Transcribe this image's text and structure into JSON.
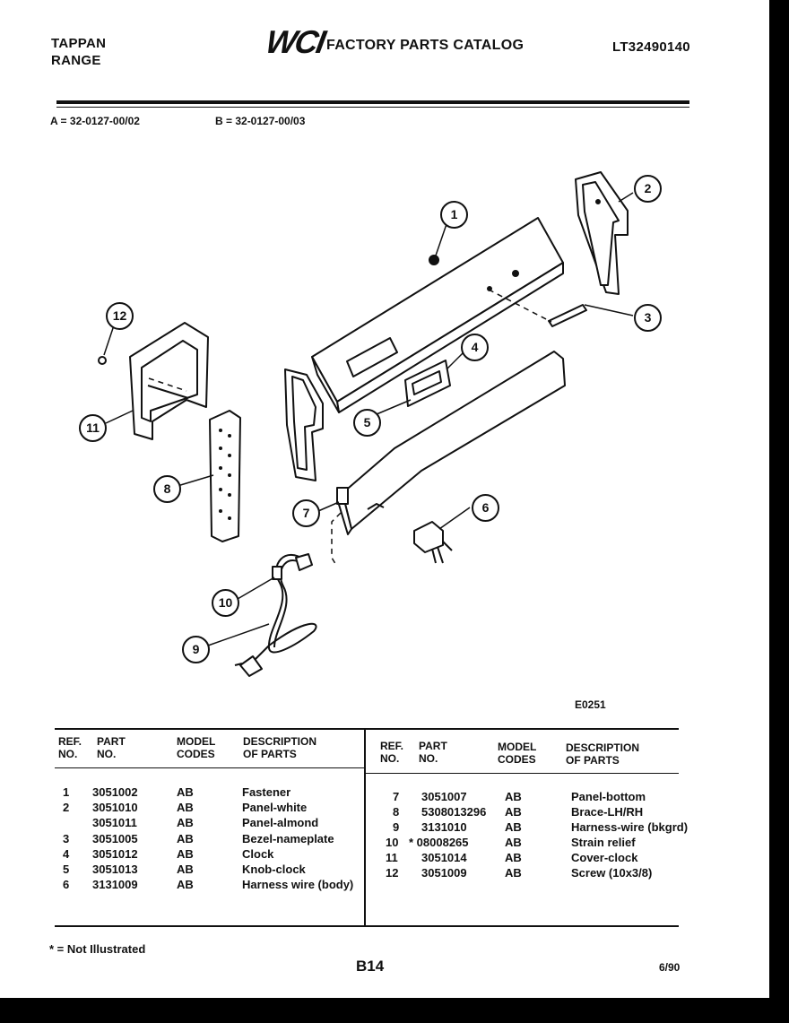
{
  "header": {
    "brand_line1": "TAPPAN",
    "brand_line2": "RANGE",
    "logo": "WCI",
    "catalog_title": "FACTORY PARTS CATALOG",
    "model_number": "LT32490140",
    "variant_a": "A = 32-0127-00/02",
    "variant_b": "B = 32-0127-00/03"
  },
  "diagram": {
    "figure_code": "E0251",
    "callouts": [
      "1",
      "2",
      "3",
      "4",
      "5",
      "6",
      "7",
      "8",
      "9",
      "10",
      "11",
      "12"
    ]
  },
  "table": {
    "columns": {
      "ref_line1": "REF.",
      "ref_line2": "NO.",
      "part_line1": "PART",
      "part_line2": "NO.",
      "model_line1": "MODEL",
      "model_line2": "CODES",
      "desc_line1": "DESCRIPTION",
      "desc_line2": "OF PARTS"
    },
    "left_rows": [
      {
        "ref": "1",
        "part": "3051002",
        "model": "AB",
        "desc": "Fastener"
      },
      {
        "ref": "2",
        "part": "3051010",
        "model": "AB",
        "desc": "Panel-white"
      },
      {
        "ref": "",
        "part": "3051011",
        "model": "AB",
        "desc": "Panel-almond"
      },
      {
        "ref": "3",
        "part": "3051005",
        "model": "AB",
        "desc": "Bezel-nameplate"
      },
      {
        "ref": "4",
        "part": "3051012",
        "model": "AB",
        "desc": "Clock"
      },
      {
        "ref": "5",
        "part": "3051013",
        "model": "AB",
        "desc": "Knob-clock"
      },
      {
        "ref": "6",
        "part": "3131009",
        "model": "AB",
        "desc": "Harness wire (body)"
      }
    ],
    "right_rows": [
      {
        "ref": "7",
        "part": "3051007",
        "model": "AB",
        "desc": "Panel-bottom"
      },
      {
        "ref": "8",
        "part": "5308013296",
        "model": "AB",
        "desc": "Brace-LH/RH"
      },
      {
        "ref": "9",
        "part": "3131010",
        "model": "AB",
        "desc": "Harness-wire (bkgrd)"
      },
      {
        "ref": "10",
        "part": "* 08008265",
        "model": "AB",
        "desc": "Strain relief"
      },
      {
        "ref": "11",
        "part": "3051014",
        "model": "AB",
        "desc": "Cover-clock"
      },
      {
        "ref": "12",
        "part": "3051009",
        "model": "AB",
        "desc": "Screw (10x3/8)"
      }
    ]
  },
  "footer": {
    "note": "* = Not Illustrated",
    "page_code": "B14",
    "date": "6/90"
  }
}
